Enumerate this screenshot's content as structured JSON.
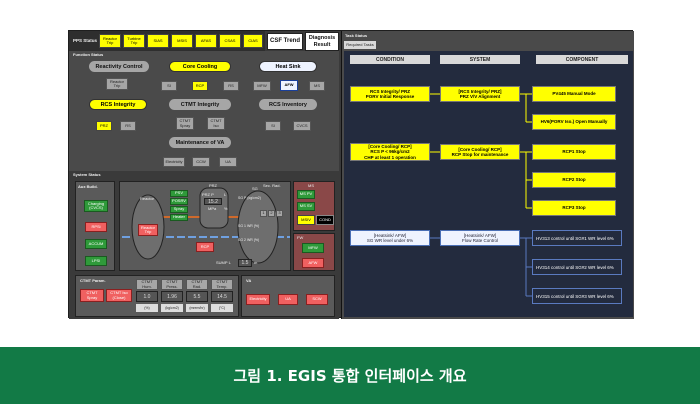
{
  "caption": "그림 1. EGIS 통합 인터페이스 개요",
  "colors": {
    "caption_bg": "#127a46",
    "highlight": "#ffff00",
    "success": "#2f9a3a",
    "alarm": "#f06060"
  },
  "pps": {
    "label": "PPS Status",
    "buttons": [
      "Reactor Trip",
      "Turbine Trip",
      "SIAS",
      "MSIS",
      "AFAS",
      "CSAS",
      "CIAS"
    ],
    "csf_trend": "CSF Trend",
    "diagnosis": "Diagnosis Result"
  },
  "function_status": {
    "label": "Function Status",
    "reactivity": {
      "title": "Reactivity Control",
      "item": "Reactor Trip"
    },
    "core_cooling": {
      "title": "Core Cooling",
      "items": [
        "SI",
        "RCP",
        "RS"
      ]
    },
    "heat_sink": {
      "title": "Heat Sink",
      "items": [
        "MFW",
        "AFW",
        "MS"
      ]
    },
    "rcs_integrity": {
      "title": "RCS Integrity",
      "items": [
        "PRZ",
        "RS"
      ]
    },
    "ctmt_integrity": {
      "title": "CTMT Integrity",
      "items": [
        "CTMT Spray",
        "CTMT Iso"
      ]
    },
    "rcs_inventory": {
      "title": "RCS Inventory",
      "items": [
        "SI",
        "CVCS"
      ]
    },
    "maintenance_va": {
      "title": "Maintenance of VA",
      "items": [
        "Electricity",
        "CCW",
        "UA"
      ]
    }
  },
  "system_status": {
    "label": "System Status",
    "aux_build": {
      "title": "Aux Build.",
      "items": [
        "Charging (CVCS)",
        "RPSi",
        "ACCUM",
        "LPSI"
      ]
    },
    "prz": {
      "title": "PRZ",
      "tags": [
        "PSV",
        "POSRV",
        "Spray",
        "Heater"
      ],
      "prz_p_label": "PRZ P",
      "prz_p_value": "15.2",
      "prz_p_unit": "MPa",
      "prz_l_label": "L",
      "prz_l_unit": "%"
    },
    "reactor_label": "Reactor",
    "reactor_trip": "Reactor Trip",
    "rcp": "RCP",
    "sg": {
      "title": "SG",
      "level_label": "Sec. Rad.",
      "press_label": "SG P (kg/cm2)",
      "n1_label": "SG 1 WR (%)",
      "n2_label": "SG 2 WR (%)",
      "bars": [
        "1",
        "2",
        "3"
      ]
    },
    "ms": {
      "title": "MS",
      "items": [
        "MS PV",
        "MS SV",
        "MSIV"
      ],
      "cond": "COND"
    },
    "fw": {
      "title": "FW",
      "items": [
        "MFW",
        "AFW"
      ]
    },
    "sump": {
      "label": "SUMP L",
      "value": "1.5",
      "unit": "m"
    },
    "ctmt_param": {
      "title": "CTMT Param.",
      "buttons": [
        "CTMT Spray",
        "CTMT Iso (Close)"
      ],
      "cells": [
        {
          "label": "CTMT Hum.",
          "value": "1.0",
          "unit": "(%)"
        },
        {
          "label": "CTMT Press.",
          "value": "1.96",
          "unit": "(kg/cm2)"
        },
        {
          "label": "CTMT Rad.",
          "value": "5.5",
          "unit": "(mrem/hr)"
        },
        {
          "label": "CTMT Temp.",
          "value": "14.5",
          "unit": "(°C)"
        }
      ]
    },
    "va": {
      "title": "VA",
      "items": [
        "Electricity",
        "UA",
        "SCW"
      ]
    }
  },
  "task_status": {
    "label": "Task Status",
    "tab": "Required Tasks",
    "columns": [
      "CONDITION",
      "SYSTEM",
      "COMPONENT"
    ],
    "group1": {
      "condition": "RCS Integrity/ PRZ\nPORV Initial Response",
      "system": "[RCS Integrity/ PRZ]\nPRZ V/V Alignment",
      "components": [
        "PV445 Manual Mode",
        "HV6(PORV Iso.) Open Manually"
      ]
    },
    "group2": {
      "condition": "[Core Cooling/ RCP]\nRCS P < 96kg/cm2\nCHP at least 1 operation",
      "system": "[Core Cooling/ RCP]\nRCP Stop for maintenance",
      "components": [
        "RCP1 Stop",
        "RCP2 Stop",
        "RCP3 Stop"
      ]
    },
    "group3": {
      "condition": "[Heatsink/ AFW]\nSG WR level under 6%",
      "system": "[Heatsink/ AFW]\nFlow Rate Control",
      "components": [
        "HV313 control until SG#1 WR level 6%",
        "HV314 control until SG#2 WR level 6%",
        "HV315 control until SG#3 WR level 6%"
      ]
    }
  }
}
